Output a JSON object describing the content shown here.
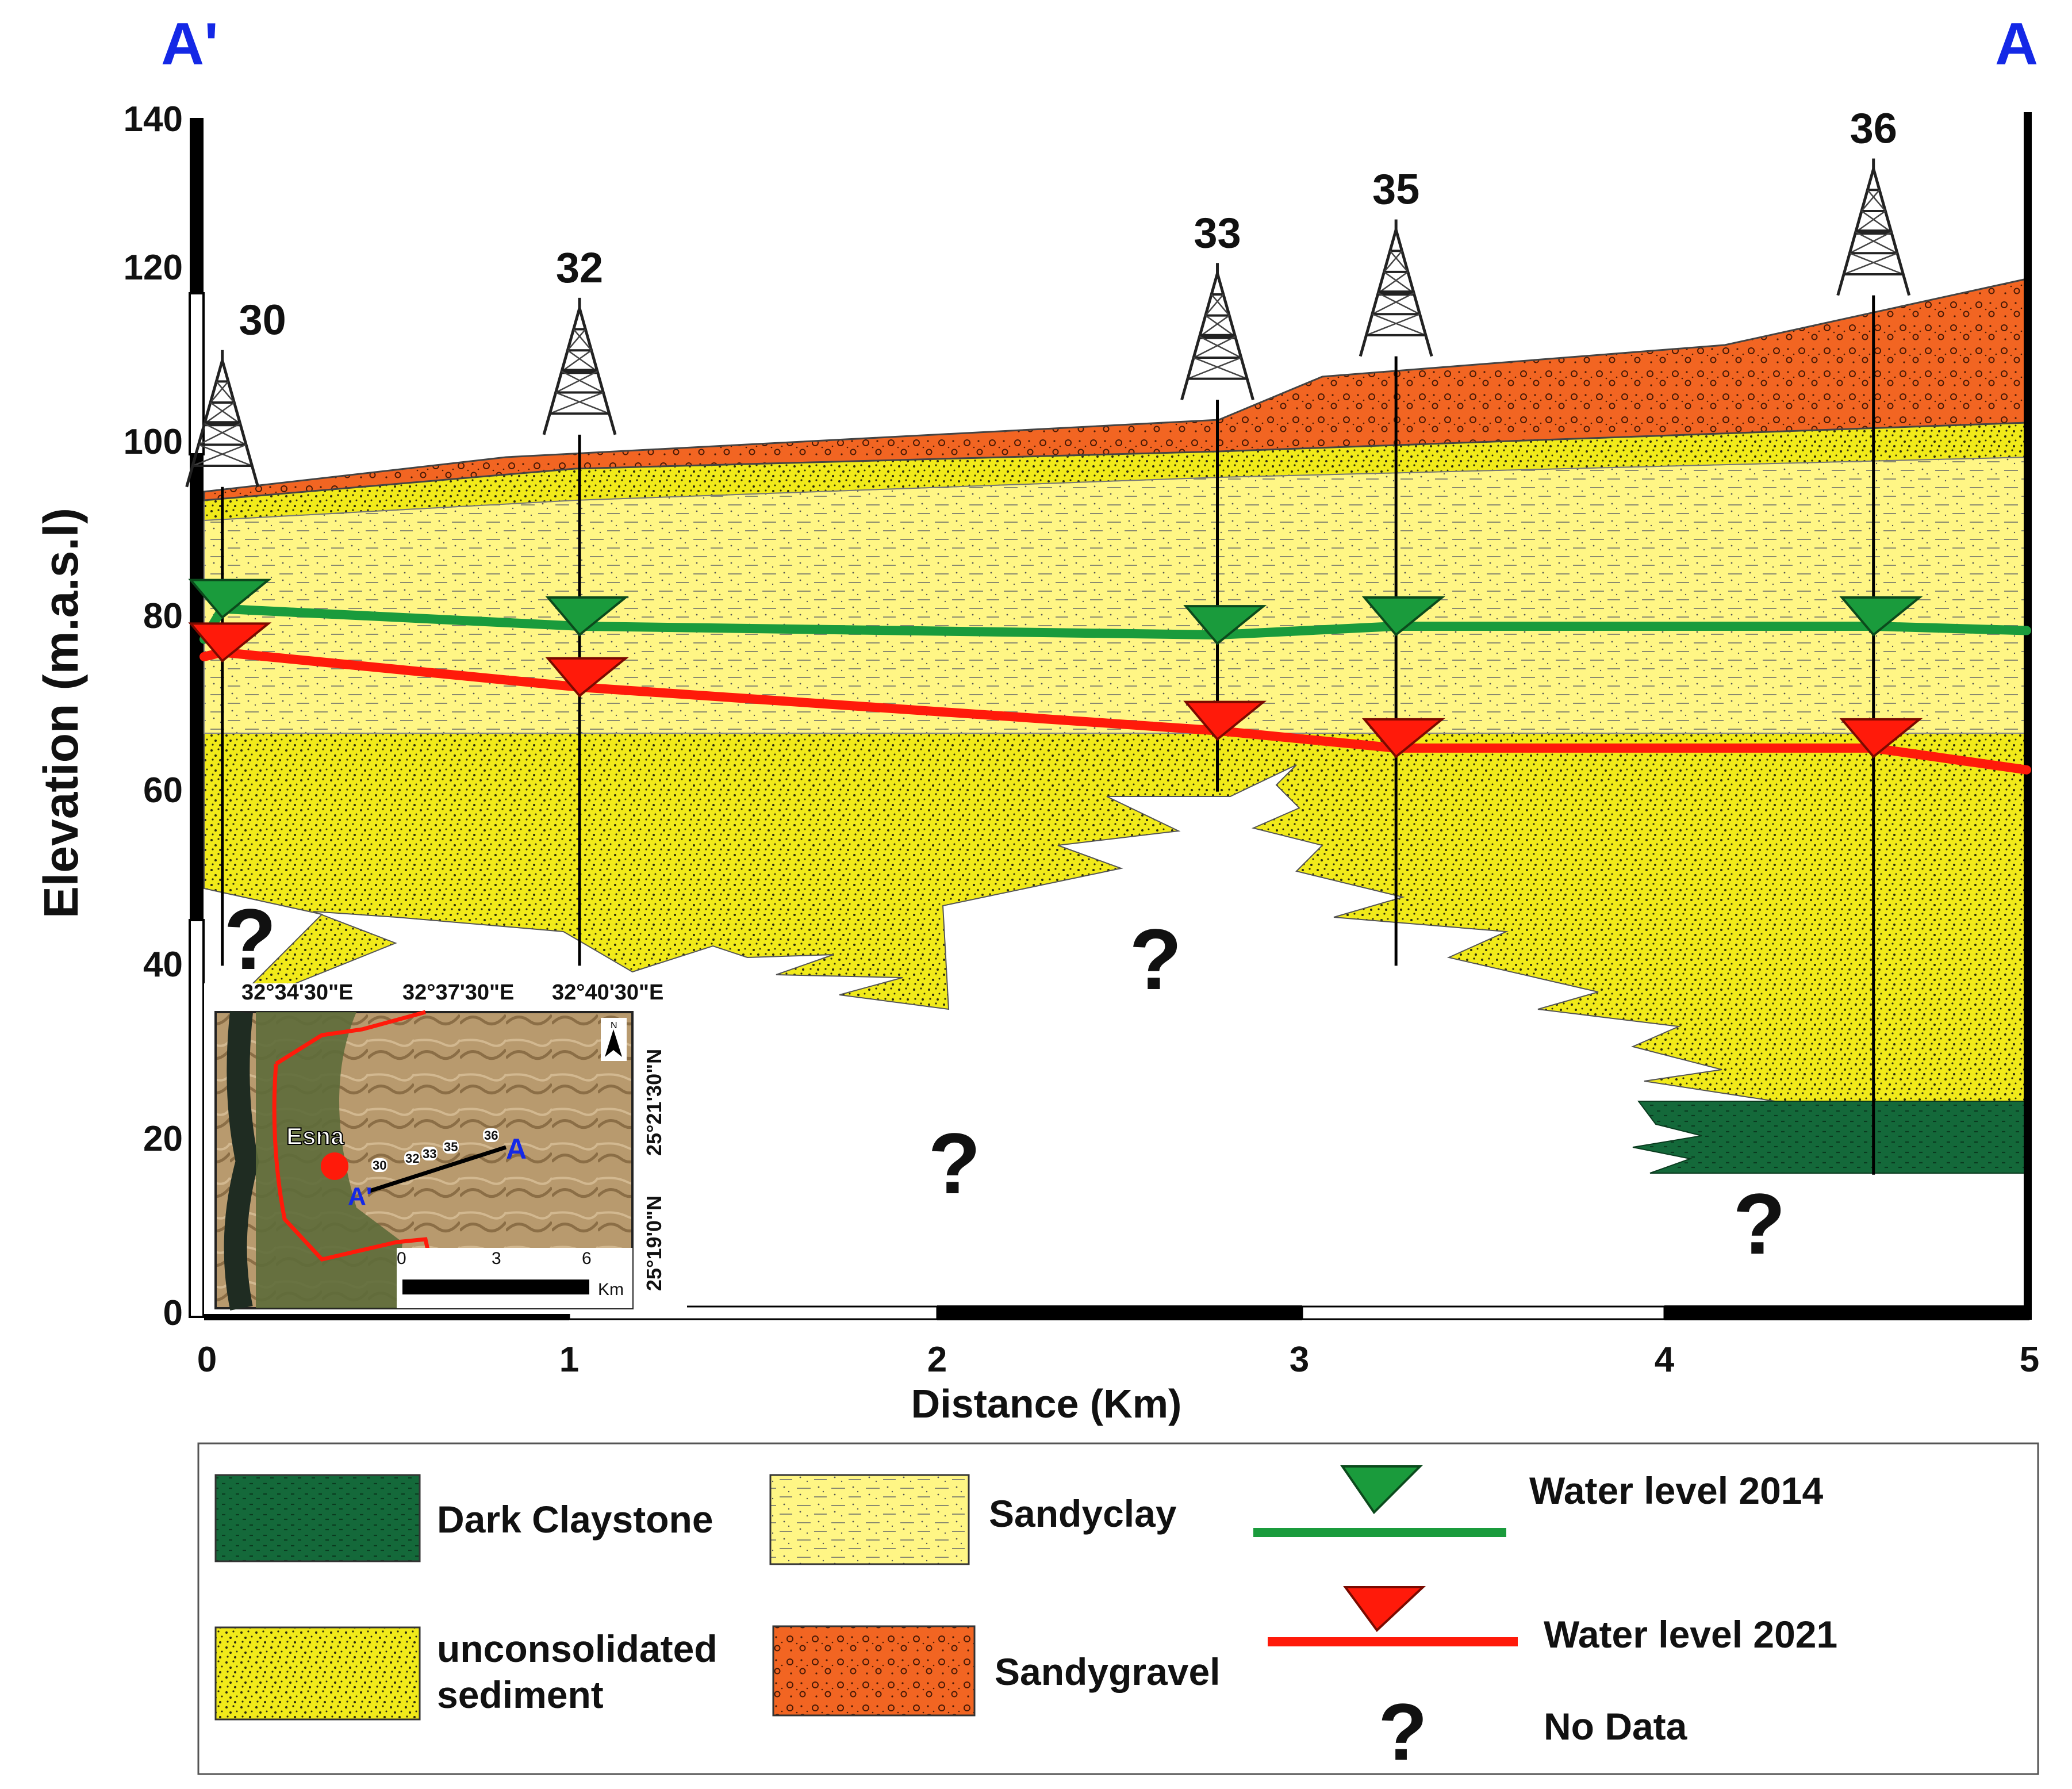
{
  "section": {
    "left_label": "A'",
    "right_label": "A"
  },
  "axes": {
    "y_label": "Elevation (m.a.s.l)",
    "x_label": "Distance (Km)",
    "y_ticks": [
      "0",
      "20",
      "40",
      "60",
      "80",
      "100",
      "120",
      "140"
    ],
    "x_ticks": [
      "0",
      "1",
      "2",
      "3",
      "4",
      "5"
    ],
    "y_range": [
      0,
      140
    ],
    "x_range": [
      0,
      5
    ]
  },
  "wells": [
    {
      "id": "30",
      "distance_km": 0.05,
      "surface_m": 95,
      "bottom_m": 40,
      "water_2014_m": 81,
      "water_2021_m": 76
    },
    {
      "id": "32",
      "distance_km": 1.03,
      "surface_m": 101,
      "bottom_m": 40,
      "water_2014_m": 79,
      "water_2021_m": 72
    },
    {
      "id": "33",
      "distance_km": 2.78,
      "surface_m": 105,
      "bottom_m": 60,
      "water_2014_m": 78,
      "water_2021_m": 67
    },
    {
      "id": "35",
      "distance_km": 3.27,
      "surface_m": 110,
      "bottom_m": 40,
      "water_2014_m": 79,
      "water_2021_m": 65
    },
    {
      "id": "36",
      "distance_km": 4.58,
      "surface_m": 117,
      "bottom_m": 16,
      "water_2014_m": 79,
      "water_2021_m": 65
    }
  ],
  "no_data_marks": [
    "?",
    "?",
    "?",
    "?"
  ],
  "inset_map": {
    "lon_labels": [
      "32°34'30\"E",
      "32°37'30\"E",
      "32°40'30\"E"
    ],
    "lat_labels": [
      "25°21'30\"N",
      "25°19'0\"N"
    ],
    "city": "Esna",
    "start_label": "A'",
    "end_label": "A",
    "scale_ticks": [
      "0",
      "3",
      "6"
    ],
    "scale_unit": "Km",
    "north": "N",
    "well_labels": [
      "30",
      "32",
      "33",
      "35",
      "36"
    ]
  },
  "legend": {
    "dark_claystone": "Dark Claystone",
    "sandyclay": "Sandyclay",
    "water_2014": "Water level 2014",
    "unconsolidated_line1": "unconsolidated",
    "unconsolidated_line2": "sediment",
    "sandygravel": "Sandygravel",
    "water_2021": "Water level 2021",
    "no_data_symbol": "?",
    "no_data": "No Data"
  },
  "colors": {
    "sandy_gravel": "#f26522",
    "sandy_clay": "#fff685",
    "unconsolidated": "#f1ea1a",
    "dark_claystone": "#14693a",
    "water_2014": "#1a9b3c",
    "water_2021": "#ff1a0a",
    "section_label": "#1428e6"
  }
}
